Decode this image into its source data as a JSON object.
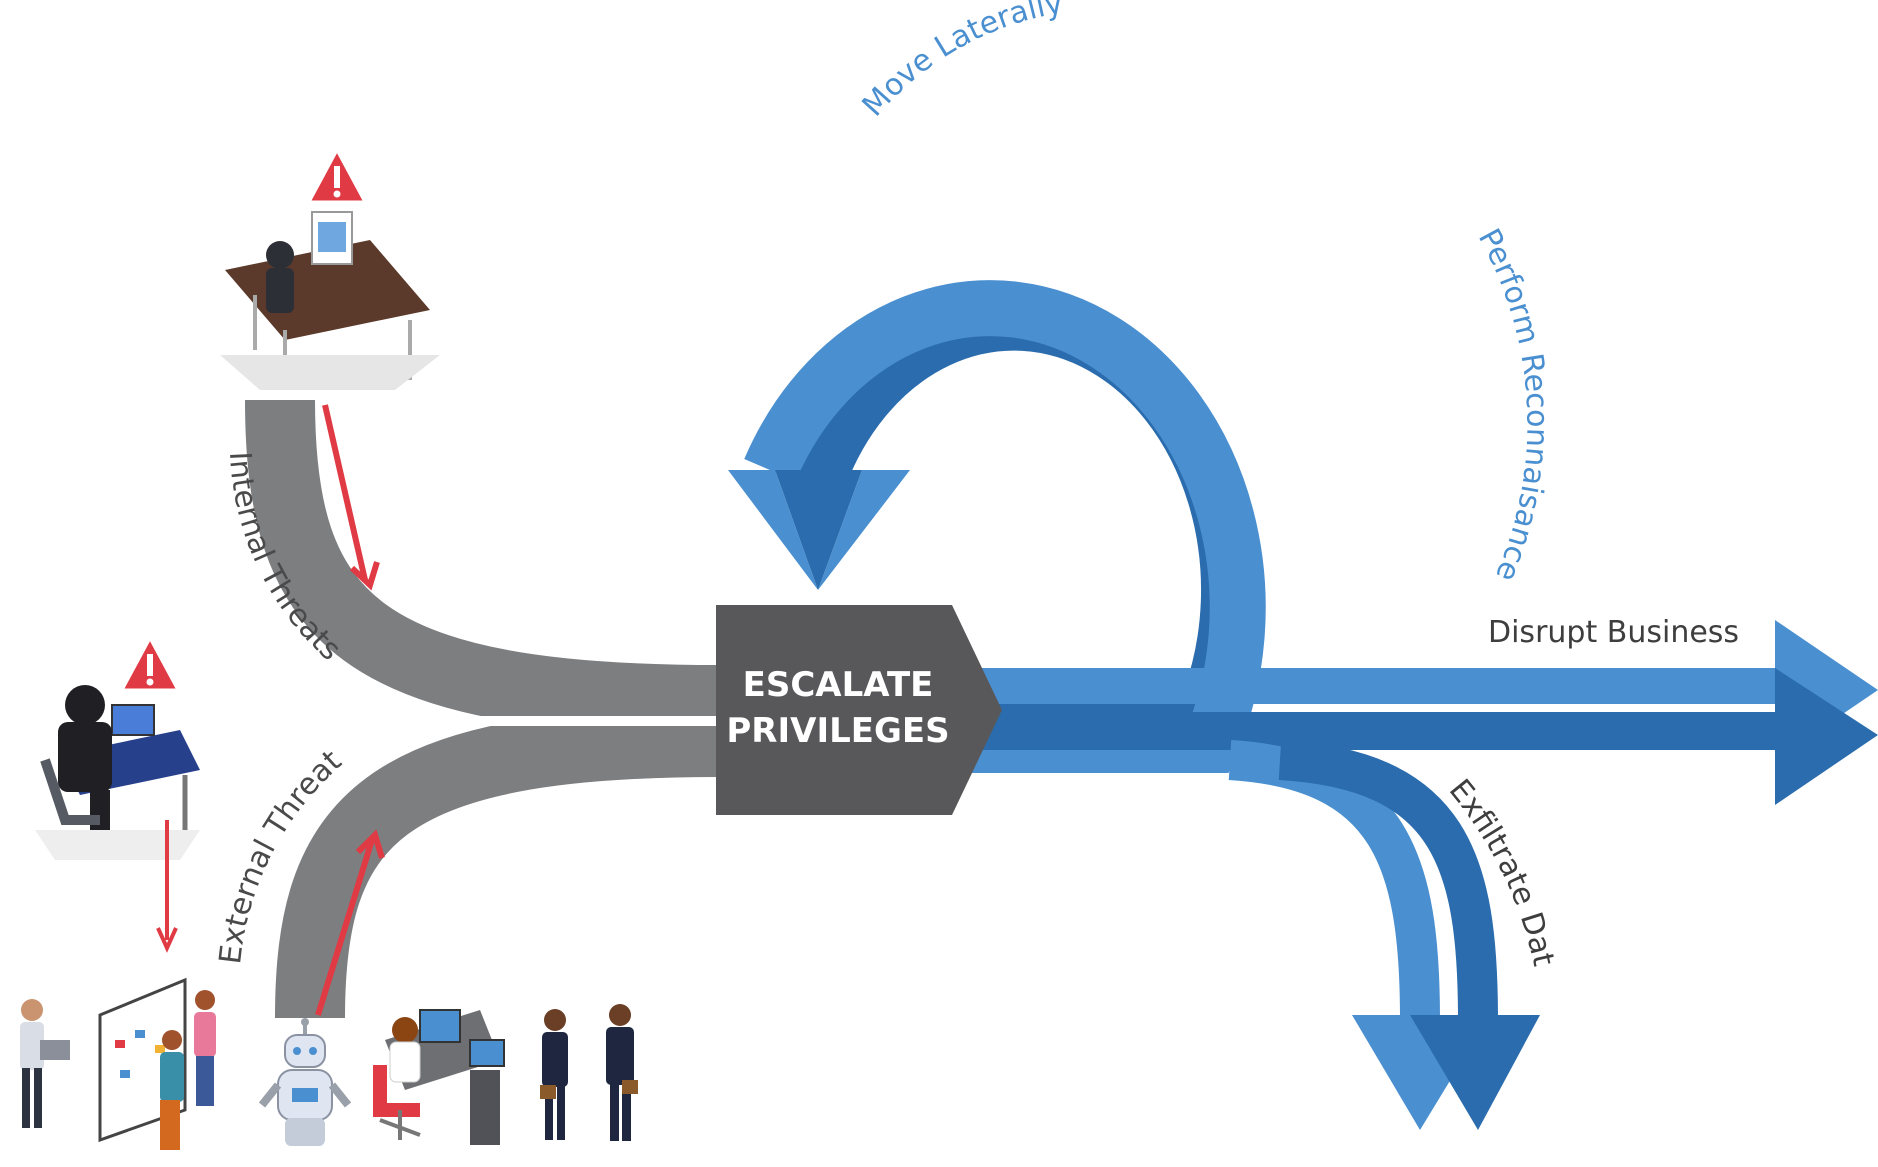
{
  "center": {
    "line1": "ESCALATE",
    "line2": "PRIVILEGES"
  },
  "paths": {
    "internal": "Internal Threats",
    "external": "External Threats",
    "lateral": "Move Laterally",
    "recon": "Perform Reconnaisance",
    "disrupt": "Disrupt Business",
    "exfil": "Exfiltrate Data"
  },
  "colors": {
    "gray_path": "#7d7e80",
    "hub": "#58585a",
    "blue_light": "#4a8fd0",
    "blue_dark": "#2a6cad",
    "alert_red": "#e03a44"
  },
  "icons": [
    "warning-icon",
    "internal-employee-desk-icon",
    "hooded-hacker-icon",
    "presentation-team-icon",
    "robot-icon",
    "operator-workstation-icon",
    "businesspeople-icon"
  ]
}
